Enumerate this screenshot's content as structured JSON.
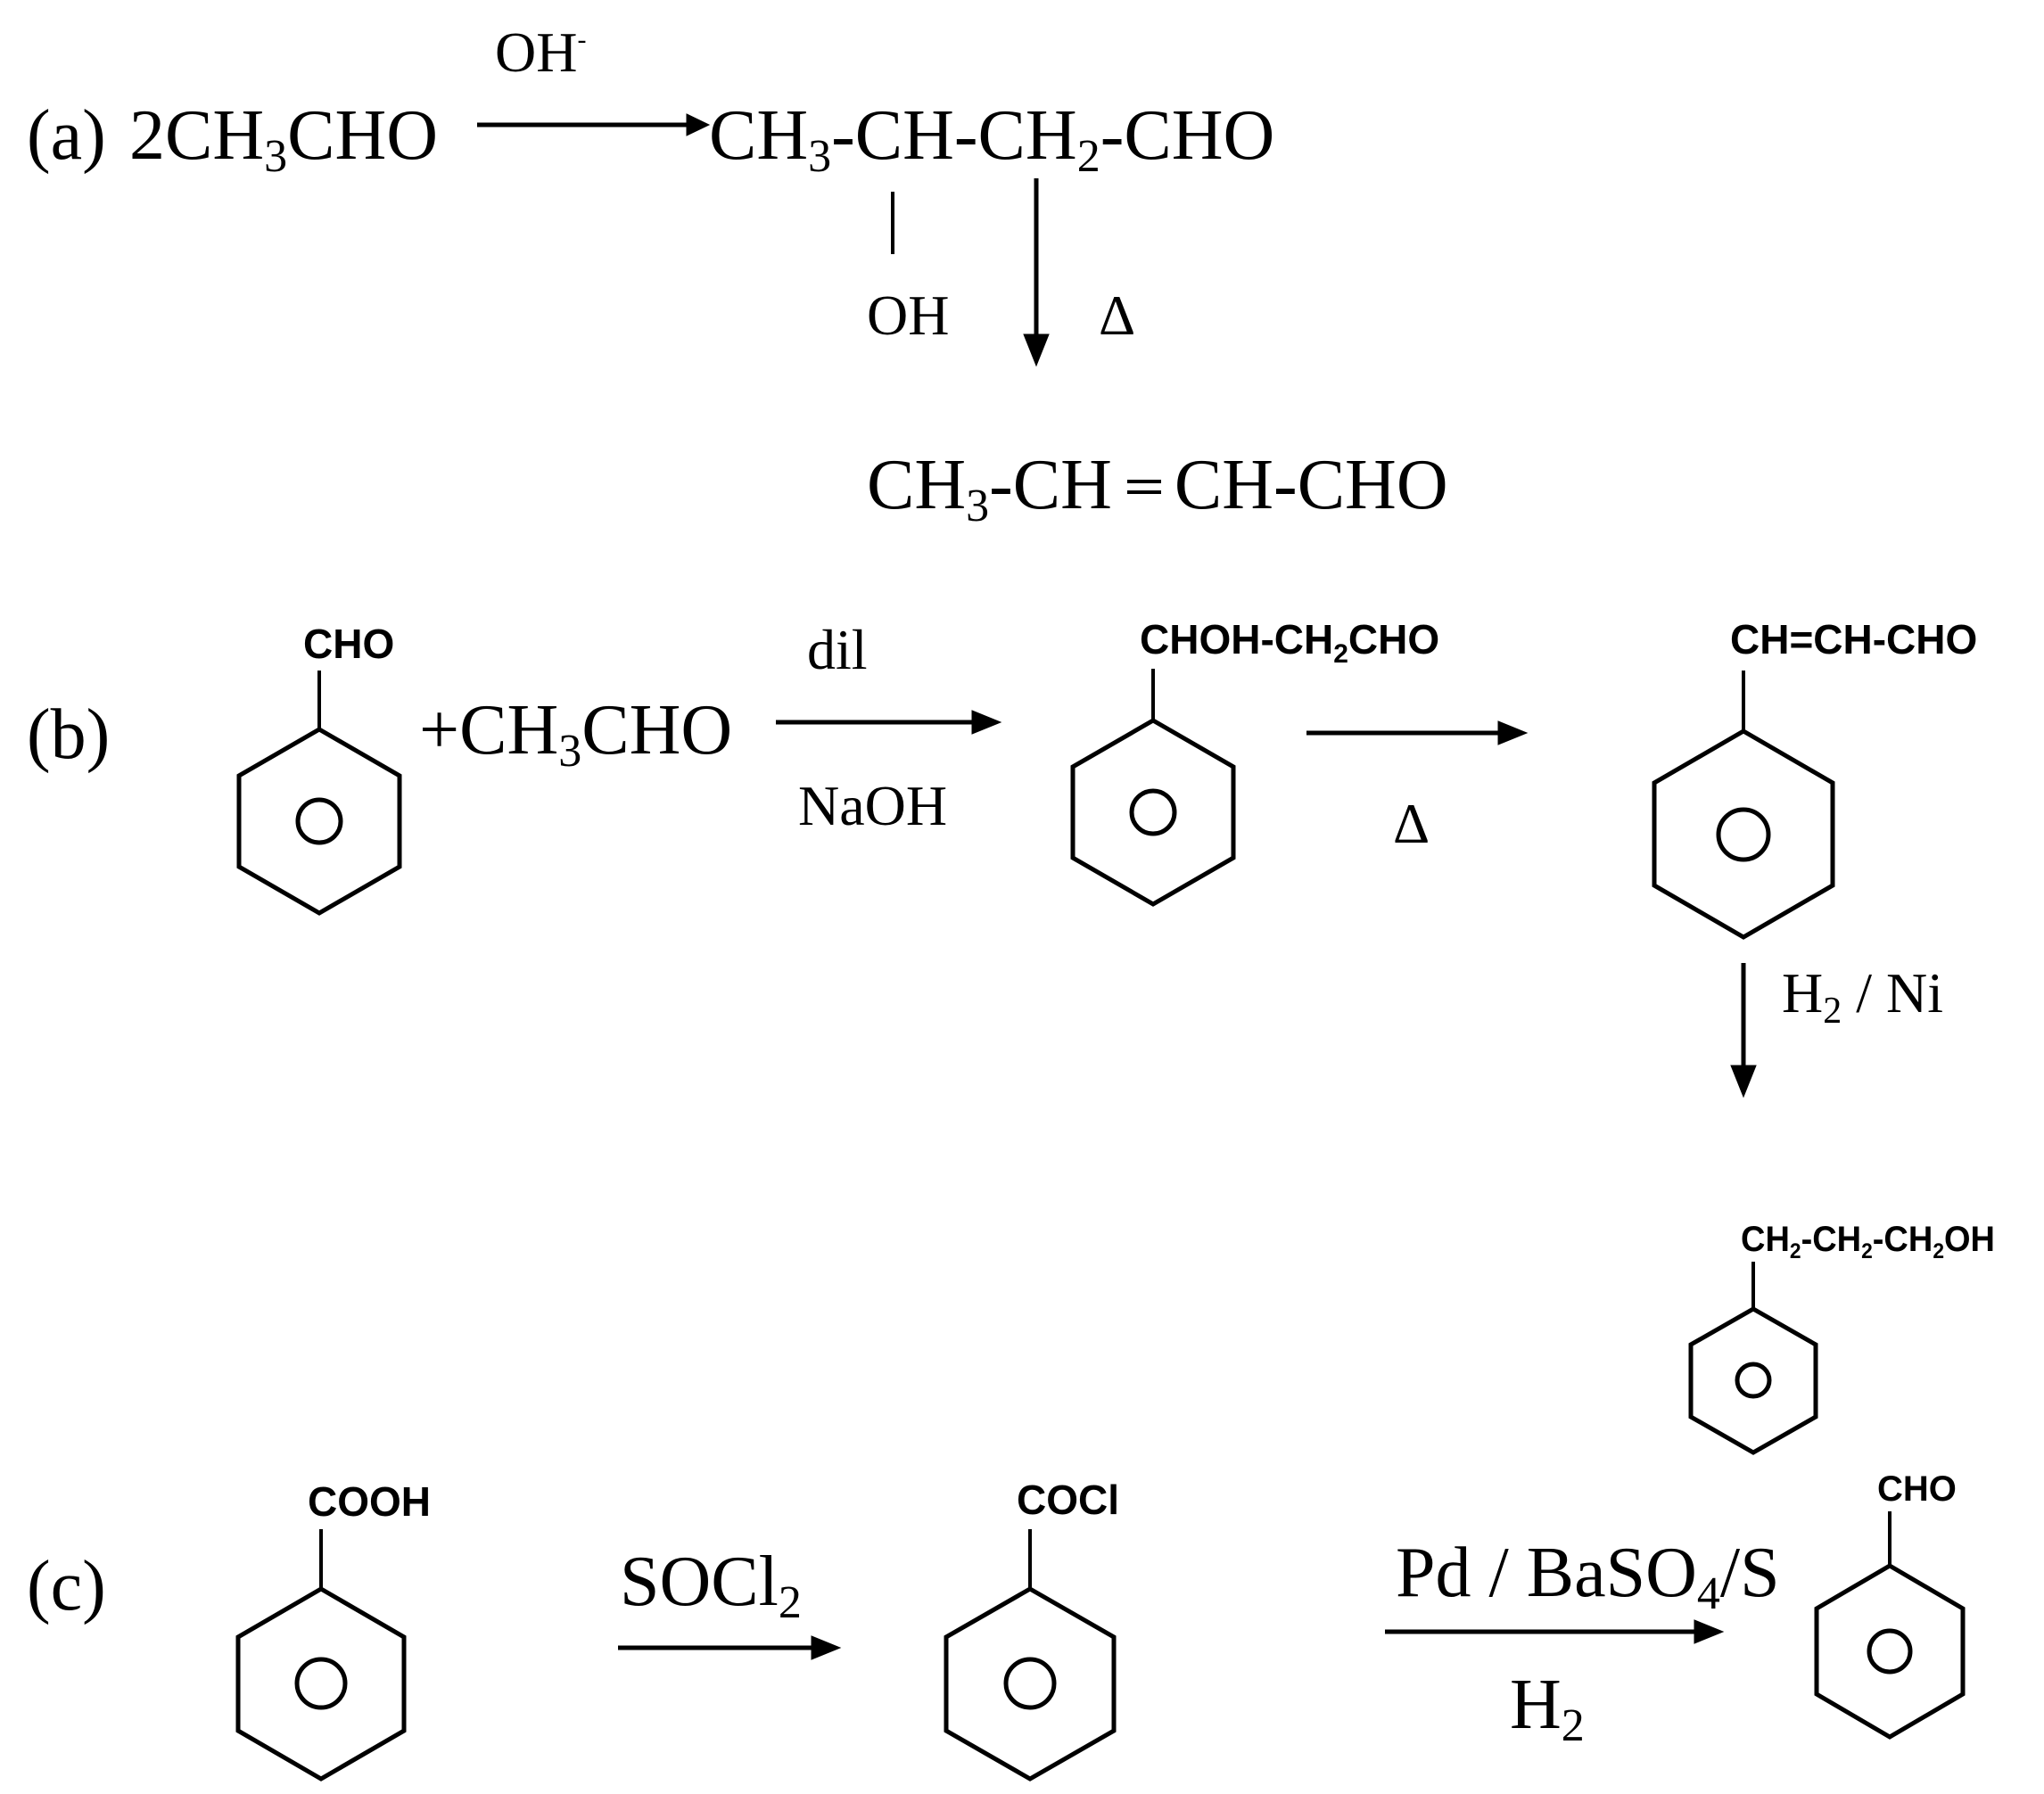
{
  "a": {
    "label": "(a)",
    "reactant": {
      "pre": "2CH",
      "sub": "3",
      "post": "CHO"
    },
    "reagent_top": {
      "main": "OH",
      "sup": "-"
    },
    "product1": {
      "p1": "CH",
      "s1": "3",
      "p2": "-CH-CH",
      "s2": "2",
      "p3": "-CHO"
    },
    "oh_branch": "OH",
    "heat": "Δ",
    "product2": {
      "p1": "CH",
      "s1": "3",
      "p2": "-CH",
      "p3": "CH-CHO"
    }
  },
  "b": {
    "label": "(b)",
    "benzaldehyde_group": "CHO",
    "reactant2": {
      "pre": "+CH",
      "sub": "3",
      "post": "CHO"
    },
    "reagent_top": "dil",
    "reagent_bottom": "NaOH",
    "aldol_group": {
      "pre": "CHOH-CH",
      "sub": "2",
      "post": "CHO"
    },
    "heat": "Δ",
    "cinnamaldehyde_group": "CH=CH-CHO",
    "reduction_reagent": {
      "pre": "H",
      "sub": "2",
      "post": " / Ni"
    },
    "final_group": {
      "p1": "CH",
      "s1": "2",
      "p2": "-CH",
      "s2": "2",
      "p3": "-CH",
      "s3": "2",
      "p4": "OH"
    }
  },
  "c": {
    "label": "(c)",
    "acid_group": "COOH",
    "reagent1": {
      "pre": "SOCl",
      "sub": "2"
    },
    "chloride_group": "COCl",
    "reagent2_top": {
      "pre": "Pd / BaSO",
      "sub": "4",
      "post": "/S"
    },
    "reagent2_bottom": {
      "pre": "H",
      "sub": "2"
    },
    "product_group": "CHO"
  }
}
